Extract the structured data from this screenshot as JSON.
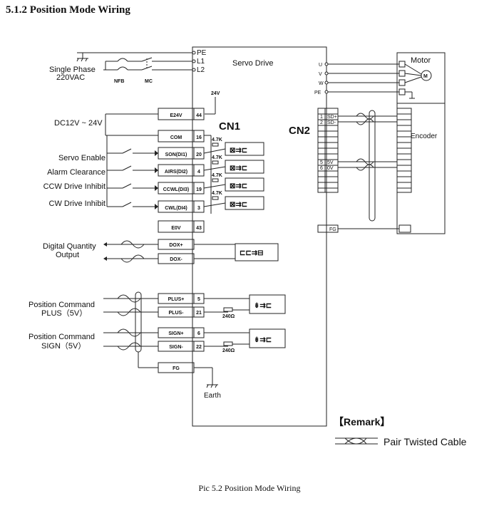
{
  "header": {
    "section_title": "5.1.2    Position Mode Wiring"
  },
  "caption": "Pic 5.2 Position Mode Wiring",
  "power": {
    "source_line1": "Single Phase",
    "source_line2": "220VAC",
    "nfb": "NFB",
    "mc": "MC",
    "pe": "PE",
    "l1": "L1",
    "l2": "L2"
  },
  "drive": {
    "title": "Servo Drive",
    "v24": "24V",
    "earth": "Earth"
  },
  "cn1": {
    "title": "CN1",
    "dc_label": "DC12V ~ 24V",
    "resistor_47k": "4.7K",
    "resistor_240": "240Ω",
    "pins": [
      {
        "name": "E24V",
        "num": "44"
      },
      {
        "name": "COM",
        "num": "16"
      },
      {
        "name": "SON(DI1)",
        "num": "20"
      },
      {
        "name": "AIRS(DI2)",
        "num": "4"
      },
      {
        "name": "CCWL(DI3)",
        "num": "19"
      },
      {
        "name": "CWL(DI4)",
        "num": "3"
      },
      {
        "name": "E0V",
        "num": "43"
      },
      {
        "name": "DOX+",
        "num": ""
      },
      {
        "name": "DOX-",
        "num": ""
      },
      {
        "name": "PLUS+",
        "num": "5"
      },
      {
        "name": "PLUS-",
        "num": "21"
      },
      {
        "name": "SIGN+",
        "num": "6"
      },
      {
        "name": "SIGN-",
        "num": "22"
      },
      {
        "name": "FG",
        "num": ""
      }
    ],
    "inputs": [
      "Servo Enable",
      "Alarm Clearance",
      "CCW Drive Inhibit",
      "CW Drive Inhibit"
    ],
    "dq_line1": "Digital Quantity",
    "dq_line2": "Output",
    "pos_plus_line1": "Position Command",
    "pos_plus_line2": "PLUS（5V）",
    "pos_sign_line1": "Position Command",
    "pos_sign_line2": "SIGN（5V）"
  },
  "cn2": {
    "title": "CN2",
    "pins": [
      {
        "num": "1",
        "name": "SD+"
      },
      {
        "num": "2",
        "name": "SD-"
      },
      {
        "num": "5",
        "name": "5V"
      },
      {
        "num": "6",
        "name": "0V"
      }
    ],
    "fg": "FG"
  },
  "motor": {
    "title": "Motor",
    "u": "U",
    "v": "V",
    "w": "W",
    "pe": "PE",
    "m": "M",
    "encoder": "Encoder"
  },
  "remark": {
    "title": "【Remark】",
    "legend": "Pair Twisted Cable"
  }
}
